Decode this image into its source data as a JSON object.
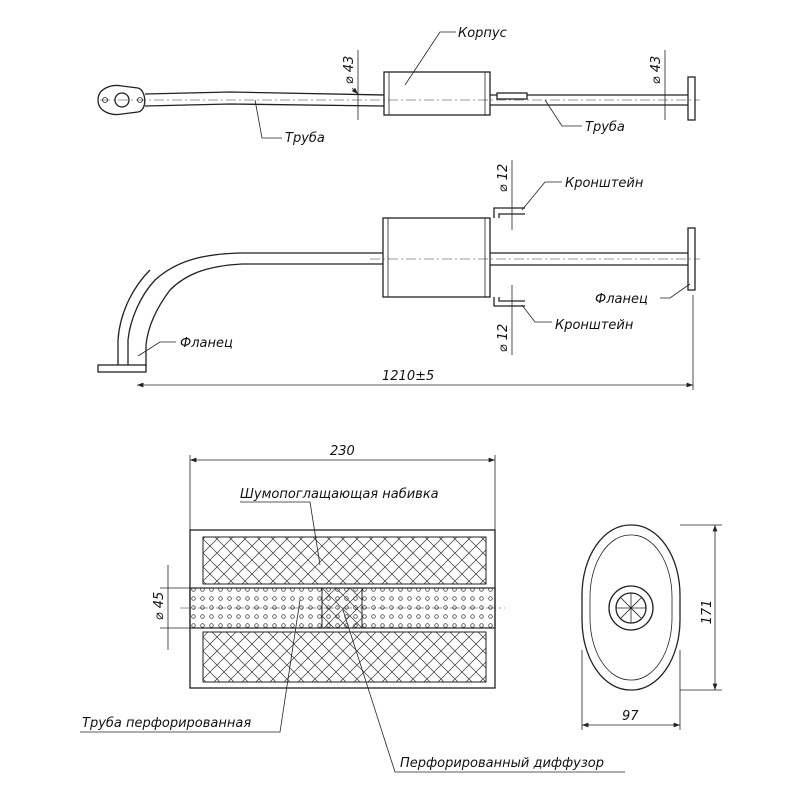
{
  "top_view": {
    "body_label": "Корпус",
    "pipe_label_left": "Труба",
    "pipe_label_right": "Труба",
    "dia_left": "⌀ 43",
    "dia_right": "⌀ 43"
  },
  "side_view": {
    "bracket_label_top": "Кронштейн",
    "bracket_label_bottom": "Кронштейн",
    "dia_bracket_top": "⌀ 12",
    "dia_bracket_bottom": "⌀ 12",
    "flange_label_right": "Фланец",
    "flange_label_left": "Фланец",
    "length_dim": "1210±5"
  },
  "section_view": {
    "width_dim": "230",
    "packing_label": "Шумопоглащающая набивка",
    "tube_dia": "⌀ 45",
    "perforated_tube_label": "Труба  перфорированная",
    "diffuser_label": "Перфорированный диффузор"
  },
  "end_view": {
    "height_dim": "171",
    "width_dim": "97"
  }
}
